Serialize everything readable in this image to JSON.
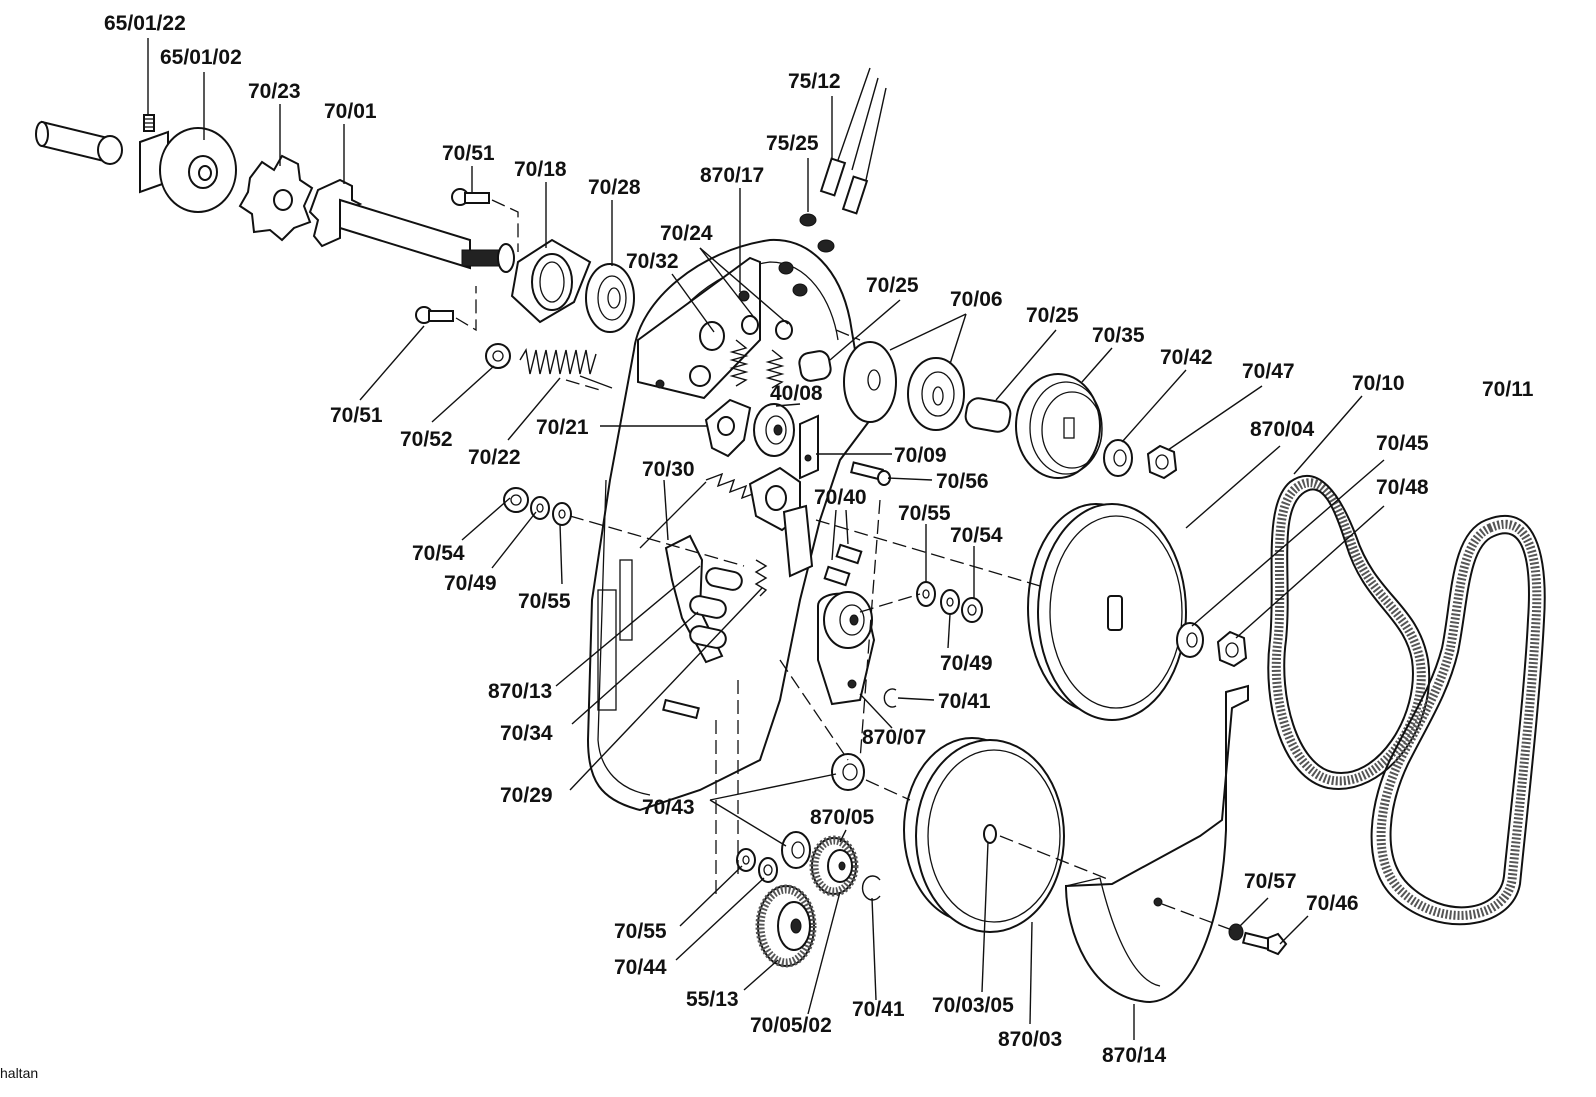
{
  "labels": {
    "l65_01_22": "65/01/22",
    "l65_01_02": "65/01/02",
    "l70_23": "70/23",
    "l70_01": "70/01",
    "l70_51a": "70/51",
    "l70_18": "70/18",
    "l70_28": "70/28",
    "l870_17": "870/17",
    "l75_12": "75/12",
    "l75_25": "75/25",
    "l70_24": "70/24",
    "l70_32": "70/32",
    "l70_25a": "70/25",
    "l70_06": "70/06",
    "l70_25b": "70/25",
    "l70_35": "70/35",
    "l70_42": "70/42",
    "l70_47": "70/47",
    "l70_10": "70/10",
    "l70_11": "70/11",
    "l870_04": "870/04",
    "l70_45": "70/45",
    "l70_48": "70/48",
    "l70_51b": "70/51",
    "l70_52": "70/52",
    "l70_22": "70/22",
    "l70_21": "70/21",
    "l40_08": "40/08",
    "l70_09": "70/09",
    "l70_56": "70/56",
    "l70_30": "70/30",
    "l70_40": "70/40",
    "l70_55a": "70/55",
    "l70_54a": "70/54",
    "l70_54b": "70/54",
    "l70_49a": "70/49",
    "l70_55b": "70/55",
    "l70_49b": "70/49",
    "l870_13": "870/13",
    "l70_41a": "70/41",
    "l70_34": "70/34",
    "l870_07": "870/07",
    "l70_29": "70/29",
    "l70_43": "70/43",
    "l870_05": "870/05",
    "l70_55c": "70/55",
    "l70_44": "70/44",
    "l55_13": "55/13",
    "l70_05_02": "70/05/02",
    "l70_41b": "70/41",
    "l70_03_05": "70/03/05",
    "l870_03": "870/03",
    "l870_14": "870/14",
    "l70_57": "70/57",
    "l70_46": "70/46"
  },
  "footer_text": "haltan"
}
